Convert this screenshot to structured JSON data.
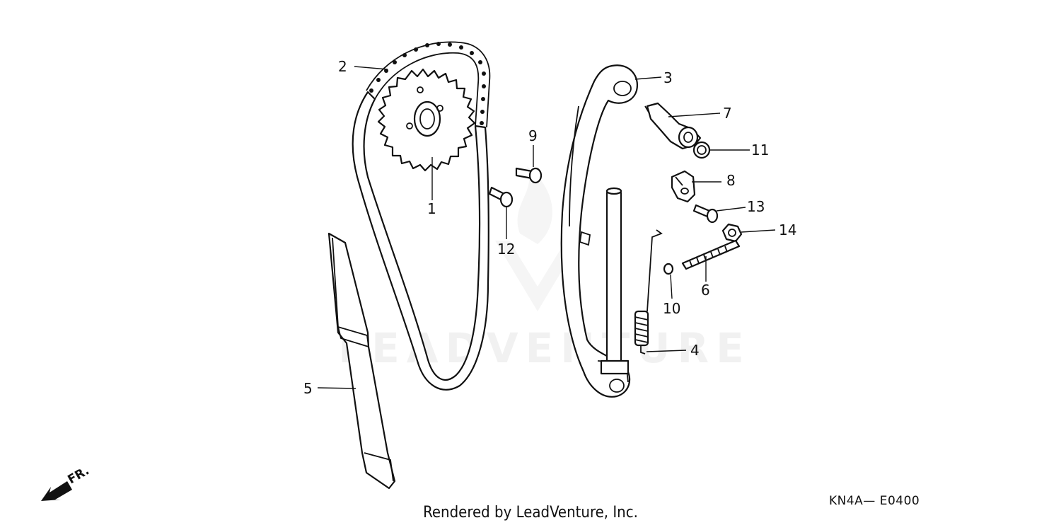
{
  "diagram": {
    "watermark": "LEADVENTURE",
    "footer_credit": "Rendered by LeadVenture, Inc.",
    "diagram_code": "KN4A— E0400",
    "front_indicator": "FR.",
    "callouts": [
      "1",
      "2",
      "3",
      "4",
      "5",
      "6",
      "7",
      "8",
      "9",
      "10",
      "11",
      "12",
      "13",
      "14"
    ]
  }
}
